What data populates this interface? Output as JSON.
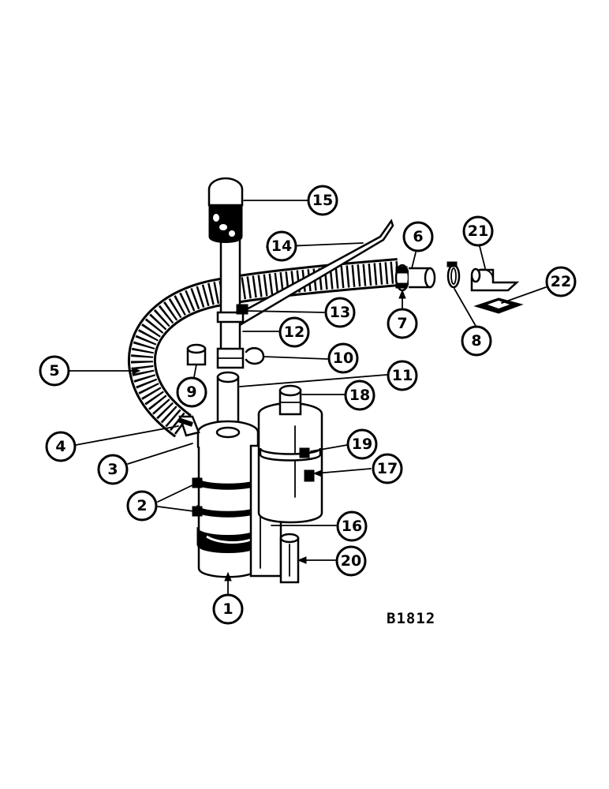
{
  "figure": {
    "code": "B1812"
  },
  "callouts": [
    {
      "id": "callout-1",
      "label": "1"
    },
    {
      "id": "callout-2",
      "label": "2"
    },
    {
      "id": "callout-3",
      "label": "3"
    },
    {
      "id": "callout-4",
      "label": "4"
    },
    {
      "id": "callout-5",
      "label": "5"
    },
    {
      "id": "callout-6",
      "label": "6"
    },
    {
      "id": "callout-7",
      "label": "7"
    },
    {
      "id": "callout-8",
      "label": "8"
    },
    {
      "id": "callout-9",
      "label": "9"
    },
    {
      "id": "callout-10",
      "label": "10"
    },
    {
      "id": "callout-11",
      "label": "11"
    },
    {
      "id": "callout-12",
      "label": "12"
    },
    {
      "id": "callout-13",
      "label": "13"
    },
    {
      "id": "callout-14",
      "label": "14"
    },
    {
      "id": "callout-15",
      "label": "15"
    },
    {
      "id": "callout-16",
      "label": "16"
    },
    {
      "id": "callout-17",
      "label": "17"
    },
    {
      "id": "callout-18",
      "label": "18"
    },
    {
      "id": "callout-19",
      "label": "19"
    },
    {
      "id": "callout-20",
      "label": "20"
    },
    {
      "id": "callout-21",
      "label": "21"
    },
    {
      "id": "callout-22",
      "label": "22"
    }
  ],
  "colors": {
    "ink": "#000000",
    "paper": "#ffffff"
  }
}
